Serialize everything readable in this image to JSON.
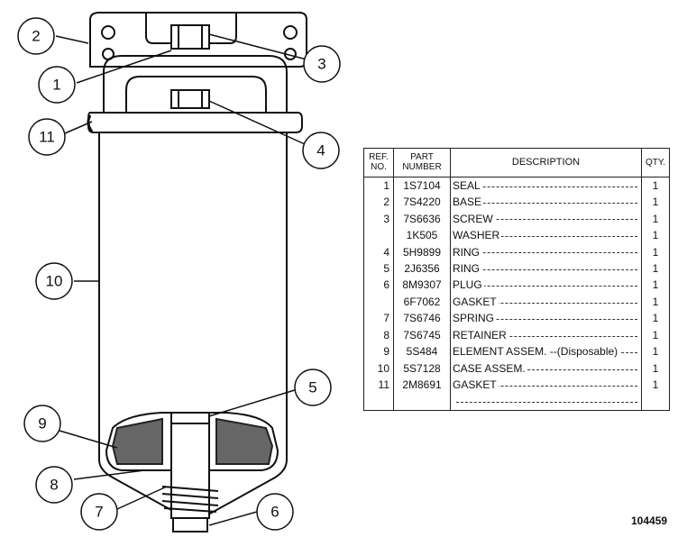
{
  "callouts": [
    "1",
    "2",
    "3",
    "4",
    "5",
    "6",
    "7",
    "8",
    "9",
    "10",
    "11"
  ],
  "table": {
    "headers": {
      "ref": [
        "REF.",
        "NO."
      ],
      "part": [
        "PART",
        "NUMBER"
      ],
      "description": "DESCRIPTION",
      "qty": "QTY."
    },
    "rows": [
      {
        "ref": "1",
        "part": "1S7104",
        "description": "SEAL",
        "qty": "1"
      },
      {
        "ref": "2",
        "part": "7S4220",
        "description": "BASE",
        "qty": "1"
      },
      {
        "ref": "3",
        "part": "7S6636",
        "description": "SCREW",
        "qty": "1"
      },
      {
        "ref": "",
        "part": "1K505",
        "description": "WASHER",
        "qty": "1"
      },
      {
        "ref": "4",
        "part": "5H9899",
        "description": "RING",
        "qty": "1"
      },
      {
        "ref": "5",
        "part": "2J6356",
        "description": "RING",
        "qty": "1"
      },
      {
        "ref": "6",
        "part": "8M9307",
        "description": "PLUG",
        "qty": "1"
      },
      {
        "ref": "",
        "part": "6F7062",
        "description": "GASKET",
        "qty": "1"
      },
      {
        "ref": "7",
        "part": "7S6746",
        "description": "SPRING",
        "qty": "1"
      },
      {
        "ref": "8",
        "part": "7S6745",
        "description": "RETAINER",
        "qty": "1"
      },
      {
        "ref": "9",
        "part": "5S484",
        "description": "ELEMENT ASSEM. --(Disposable)",
        "qty": "1"
      },
      {
        "ref": "10",
        "part": "5S7128",
        "description": "CASE ASSEM.",
        "qty": "1"
      },
      {
        "ref": "11",
        "part": "2M8691",
        "description": "GASKET",
        "qty": "1"
      }
    ]
  },
  "figure_number": "104459"
}
